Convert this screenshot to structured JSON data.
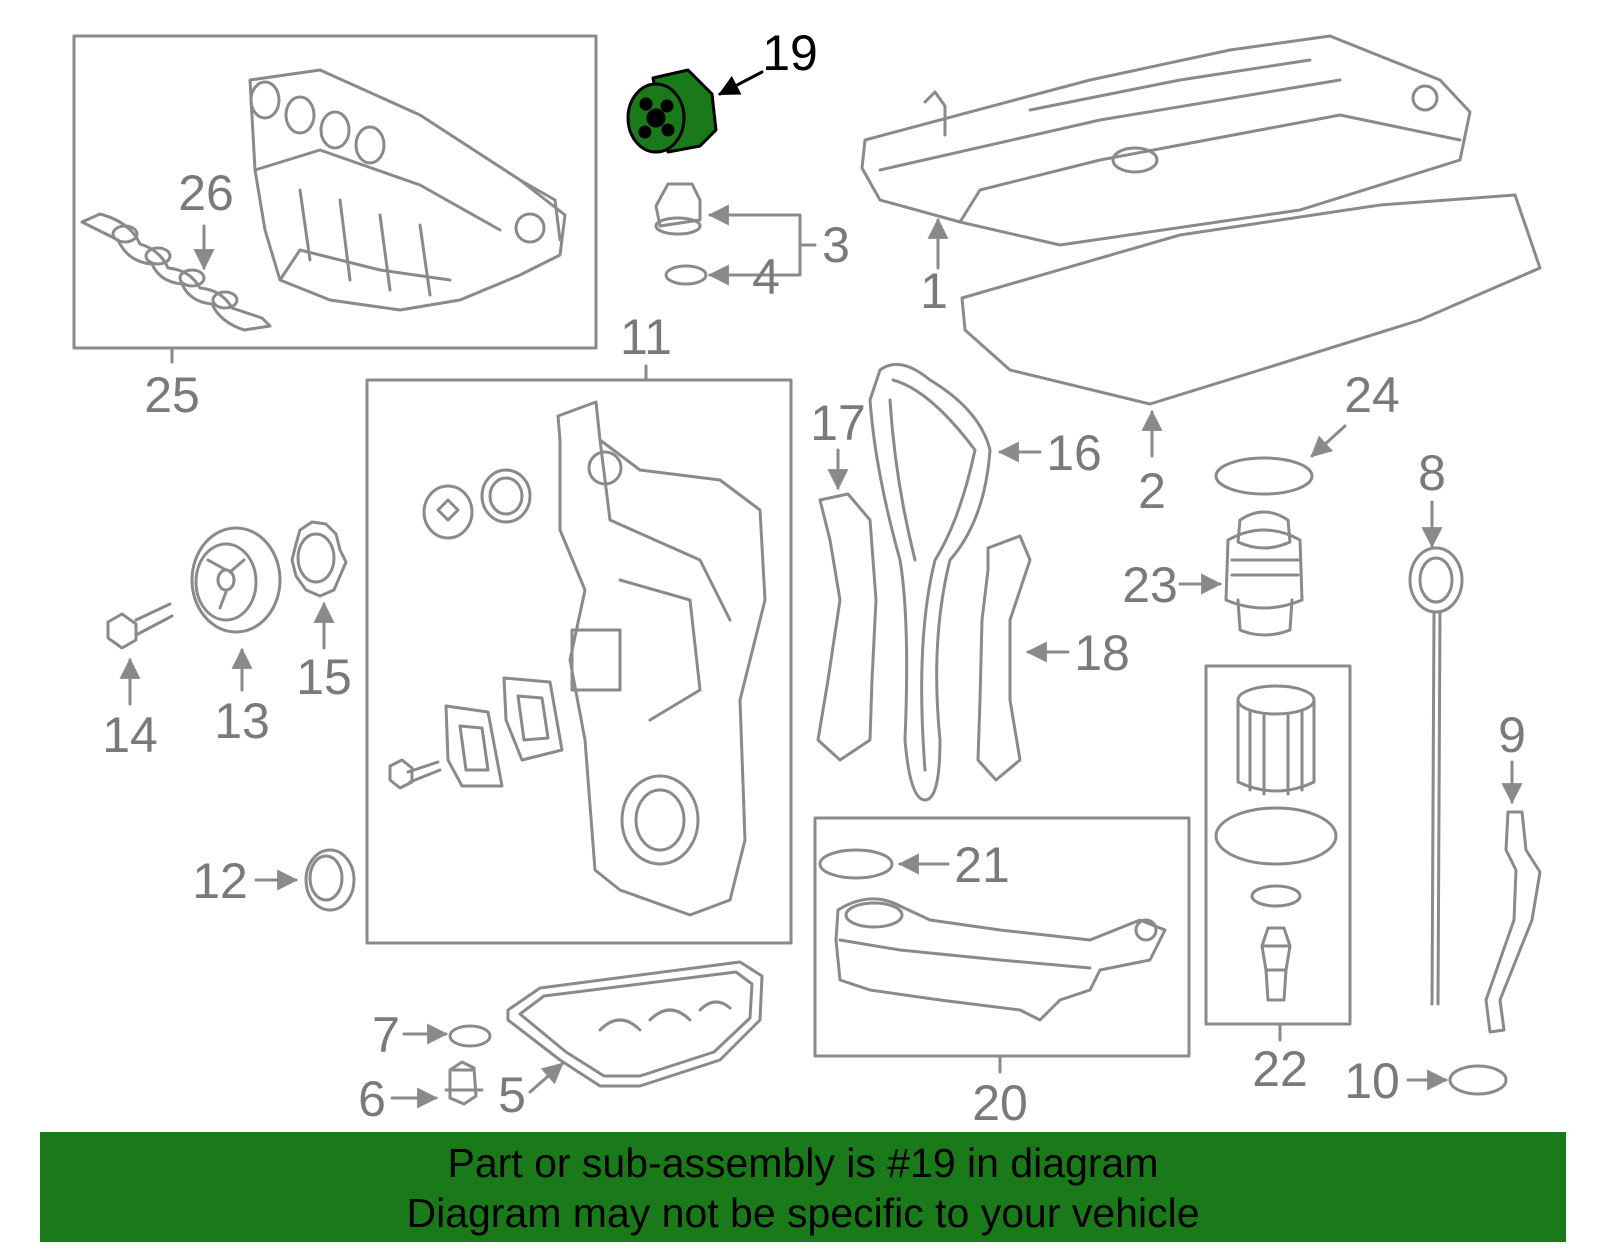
{
  "diagram": {
    "highlight_part": "19",
    "colors": {
      "line": "#8a8a8a",
      "label": "#7a7a7a",
      "highlight_fill": "#1a7a1a",
      "highlight_label": "#000000"
    },
    "labels": {
      "p1": "1",
      "p2": "2",
      "p3": "3",
      "p4": "4",
      "p5": "5",
      "p6": "6",
      "p7": "7",
      "p8": "8",
      "p9": "9",
      "p10": "10",
      "p11": "11",
      "p12": "12",
      "p13": "13",
      "p14": "14",
      "p15": "15",
      "p16": "16",
      "p17": "17",
      "p18": "18",
      "p19": "19",
      "p20": "20",
      "p21": "21",
      "p22": "22",
      "p23": "23",
      "p24": "24",
      "p25": "25",
      "p26": "26"
    }
  },
  "banner": {
    "line1": "Part or sub-assembly is #19 in diagram",
    "line2": "Diagram may not be specific to your vehicle",
    "color": "#1a7a1a"
  }
}
